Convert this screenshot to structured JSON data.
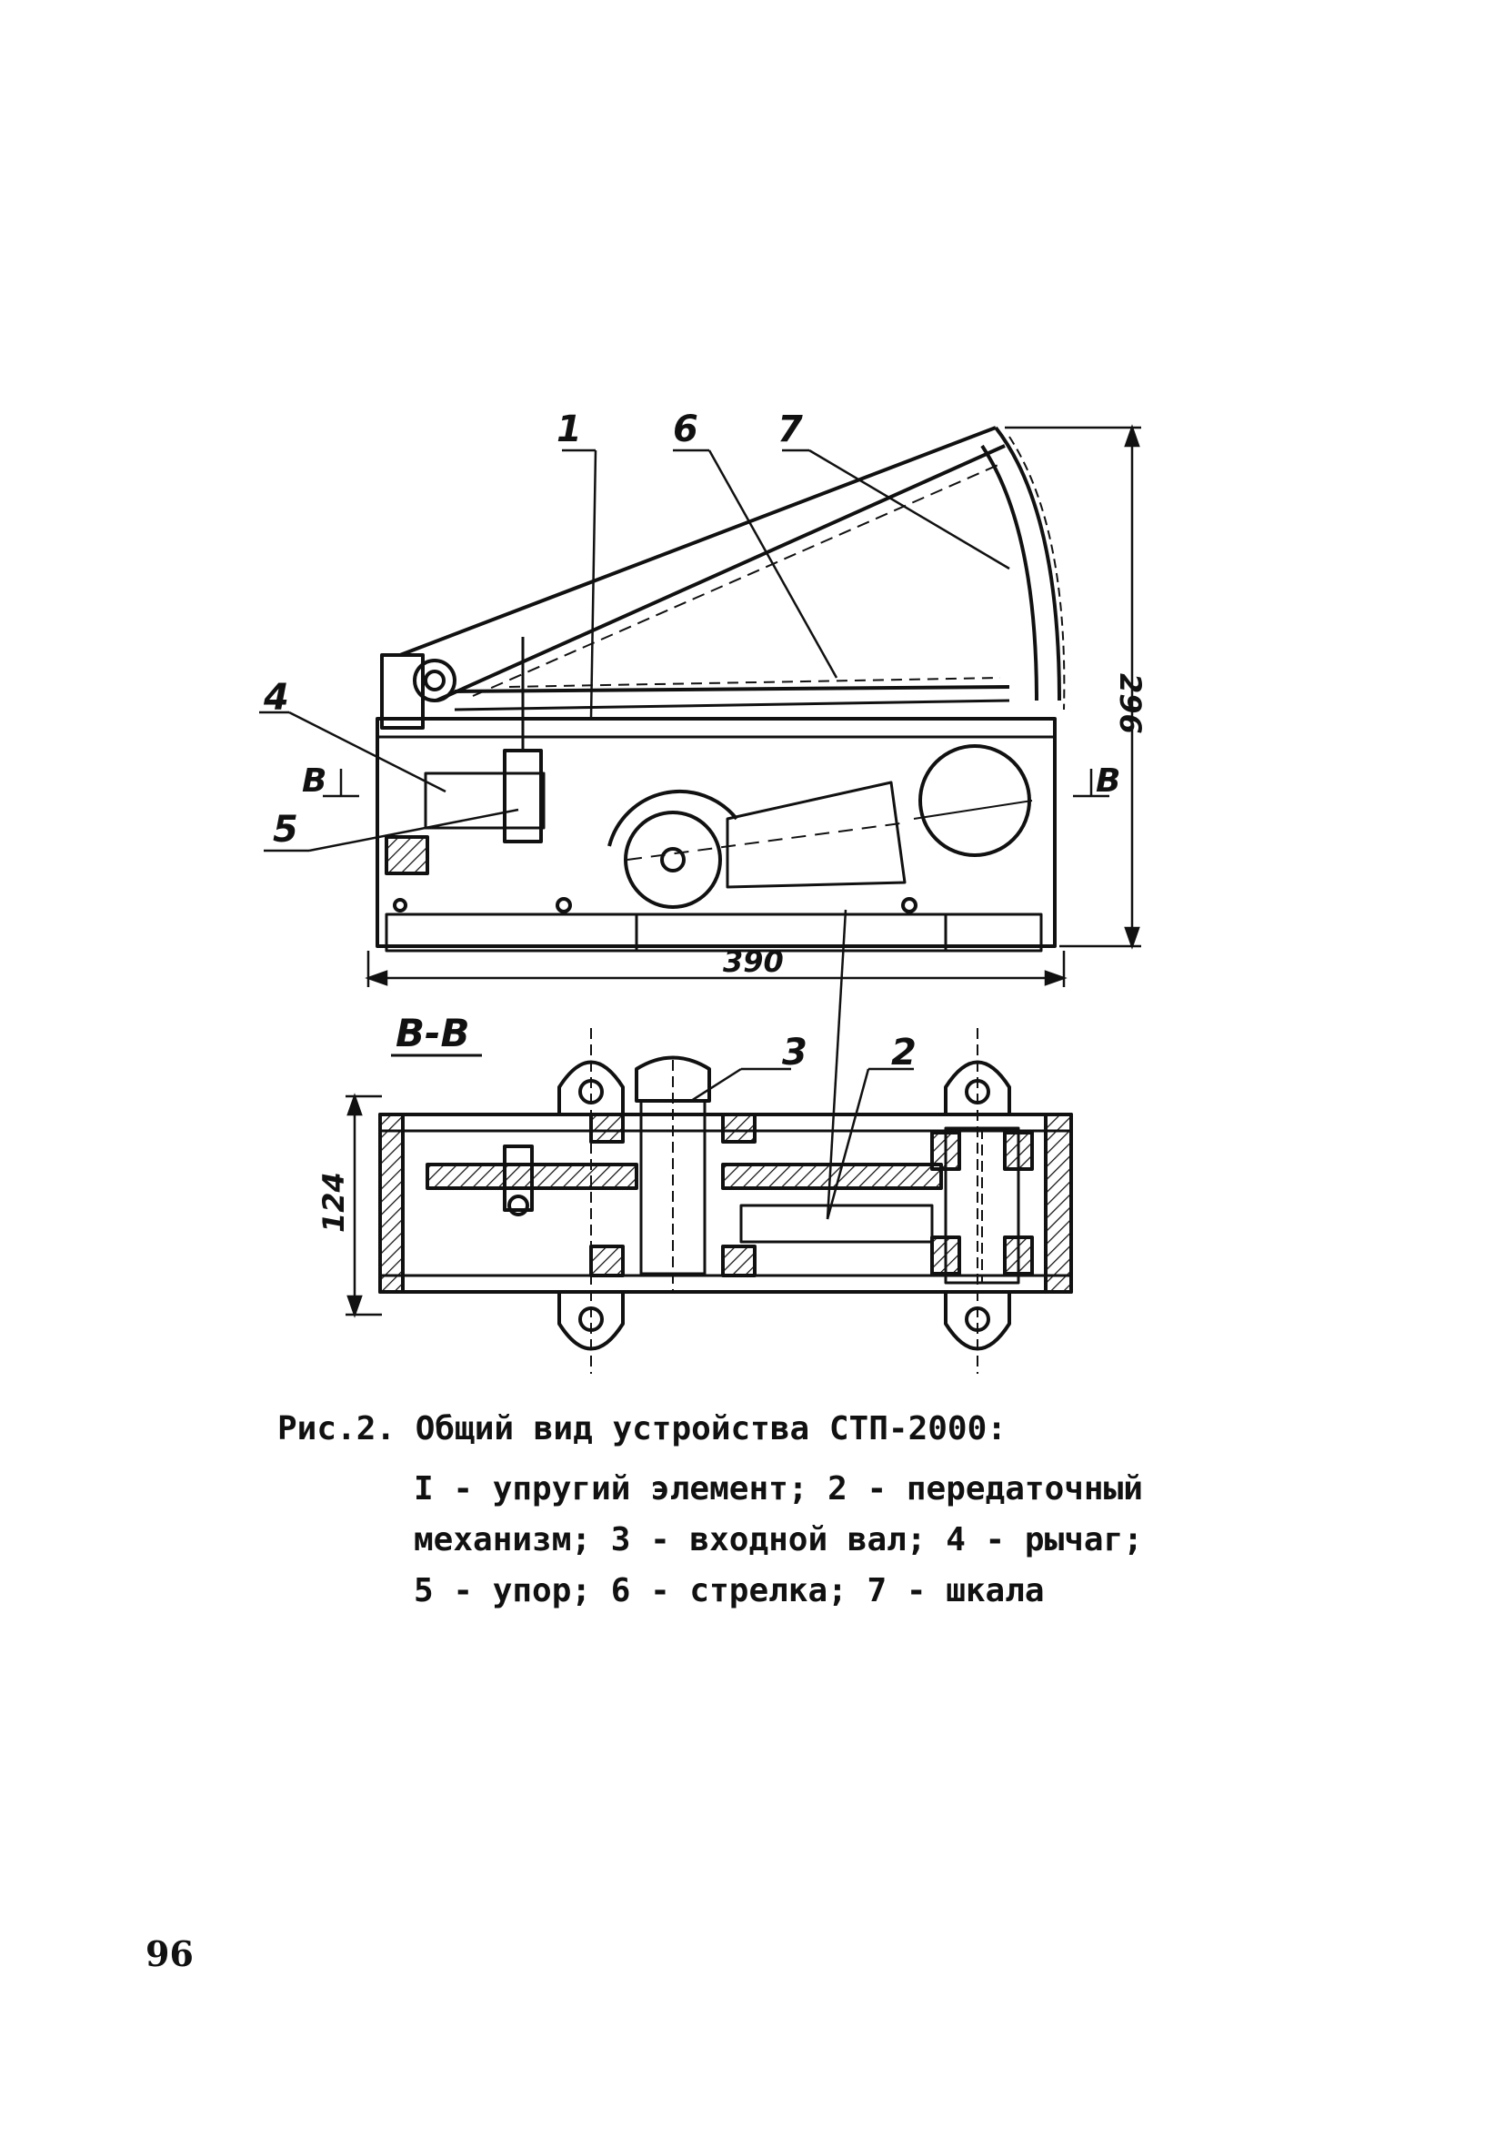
{
  "figure": {
    "callouts": [
      "1",
      "6",
      "7",
      "4",
      "5",
      "3",
      "2"
    ],
    "section_marks": [
      "B",
      "B"
    ],
    "section_title": "B-B",
    "dimensions": {
      "length": "390",
      "height": "296",
      "section_height": "124"
    }
  },
  "caption": {
    "title": "Рис.2. Общий вид устройства СТП-2000:",
    "legend_lines": [
      "I - упругий элемент; 2 - передаточный",
      "механизм; 3 - входной вал; 4 - рычаг;",
      "5 - упор; 6 - стрелка; 7 - шкала"
    ]
  },
  "page_number": "96",
  "colors": {
    "ink": "#111111",
    "paper": "#ffffff"
  }
}
